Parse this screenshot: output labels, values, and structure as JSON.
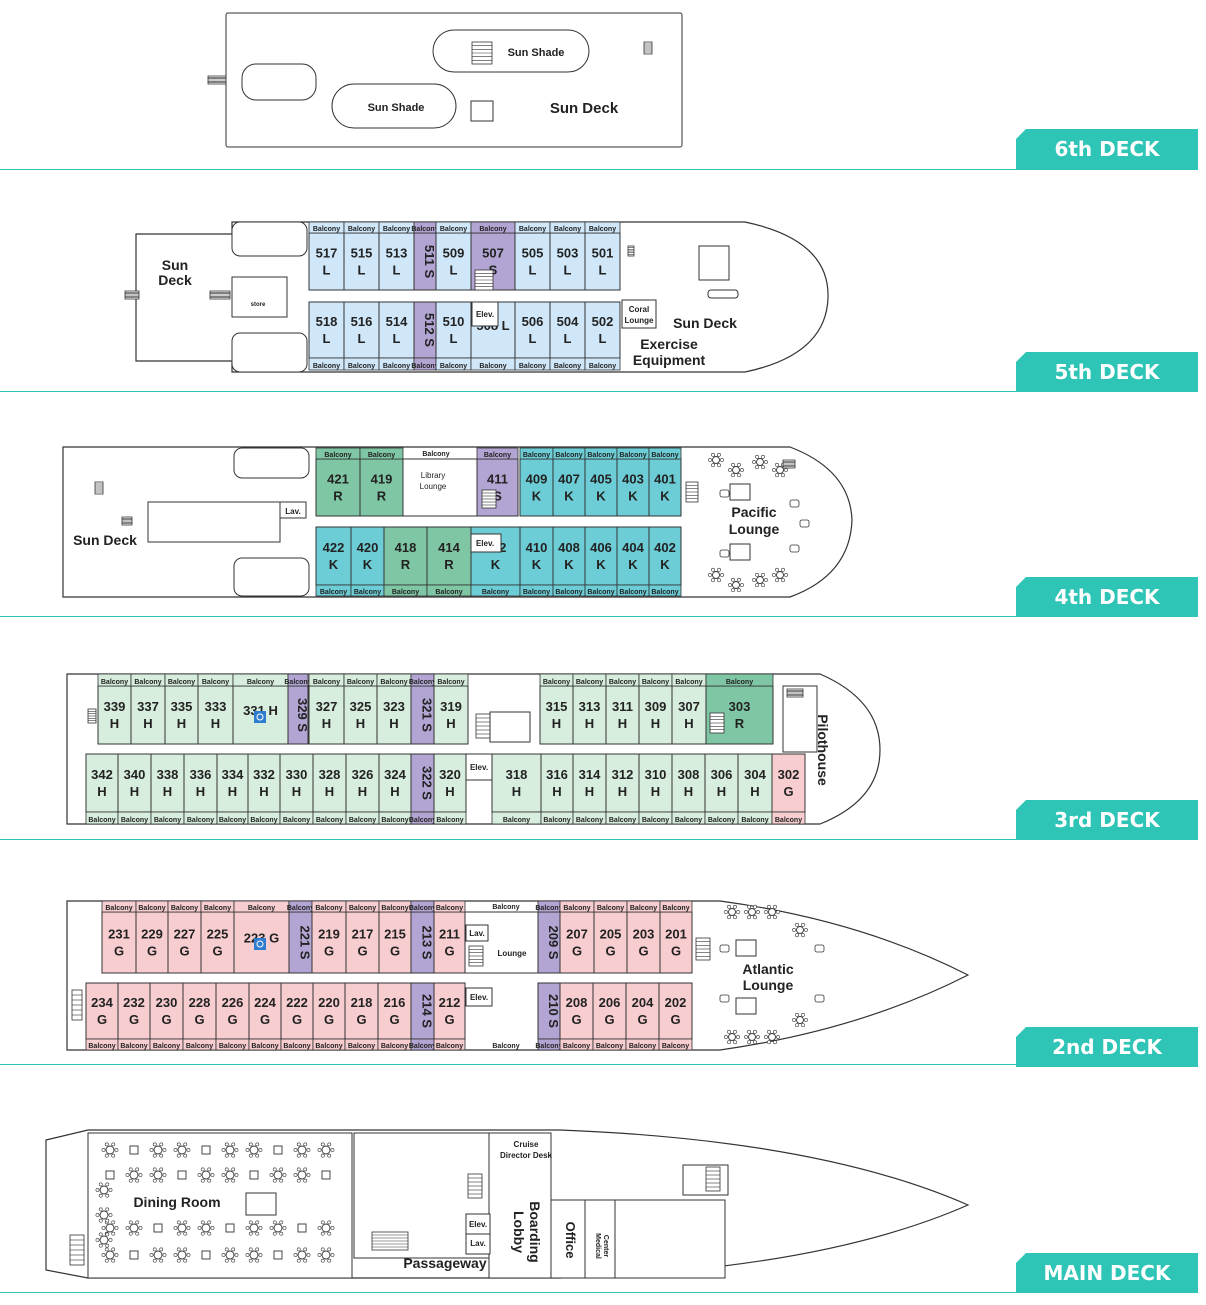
{
  "colors": {
    "L": "#cfe7f8",
    "S": "#b3a5d3",
    "R": "#7fc6a4",
    "K": "#6ccdd6",
    "H": "#d7edde",
    "G": "#f7cdd0",
    "accent": "#2ec4b6"
  },
  "icons": [
    "stairs-icon",
    "wheelchair-icon",
    "round-table-icon",
    "lounge-chair-icon"
  ],
  "balcony_label": "Balcony",
  "deck6": {
    "tab": "6th DECK",
    "sun_shade_1": "Sun Shade",
    "sun_shade_2": "Sun Shade",
    "sun_deck": "Sun Deck"
  },
  "deck5": {
    "tab": "5th DECK",
    "sun_deck": [
      "Sun",
      "Deck"
    ],
    "store": "store",
    "elev": "Elev.",
    "coral_lounge": [
      "Coral",
      "Lounge"
    ],
    "sun_deck_fwd": "Sun Deck",
    "exercise": [
      "Exercise",
      "Equipment"
    ],
    "top_cabins": [
      {
        "num": "517",
        "cat": "L"
      },
      {
        "num": "515",
        "cat": "L"
      },
      {
        "num": "513",
        "cat": "L"
      },
      {
        "num": "511 S",
        "cat": "S"
      },
      {
        "num": "509",
        "cat": "L"
      },
      {
        "num": "507",
        "cat": "S"
      },
      {
        "num": "505",
        "cat": "L"
      },
      {
        "num": "503",
        "cat": "L"
      },
      {
        "num": "501",
        "cat": "L"
      }
    ],
    "bottom_cabins": [
      {
        "num": "518",
        "cat": "L"
      },
      {
        "num": "516",
        "cat": "L"
      },
      {
        "num": "514",
        "cat": "L"
      },
      {
        "num": "512 S",
        "cat": "S"
      },
      {
        "num": "510",
        "cat": "L"
      },
      {
        "num": "508 L",
        "cat": "L"
      },
      {
        "num": "506",
        "cat": "L"
      },
      {
        "num": "504",
        "cat": "L"
      },
      {
        "num": "502",
        "cat": "L"
      }
    ]
  },
  "deck4": {
    "tab": "4th DECK",
    "sun_deck": "Sun Deck",
    "lav": "Lav.",
    "library": [
      "Library",
      "Lounge"
    ],
    "elev": "Elev.",
    "pacific": [
      "Pacific",
      "Lounge"
    ],
    "top_cabins": [
      {
        "num": "421",
        "cat": "R"
      },
      {
        "num": "419",
        "cat": "R"
      },
      {
        "num": "411",
        "cat": "S"
      },
      {
        "num": "409",
        "cat": "K"
      },
      {
        "num": "407",
        "cat": "K"
      },
      {
        "num": "405",
        "cat": "K"
      },
      {
        "num": "403",
        "cat": "K"
      },
      {
        "num": "401",
        "cat": "K"
      }
    ],
    "bottom_cabins": [
      {
        "num": "422",
        "cat": "K"
      },
      {
        "num": "420",
        "cat": "K"
      },
      {
        "num": "418",
        "cat": "R"
      },
      {
        "num": "414",
        "cat": "R"
      },
      {
        "num": "412",
        "cat": "K"
      },
      {
        "num": "410",
        "cat": "K"
      },
      {
        "num": "408",
        "cat": "K"
      },
      {
        "num": "406",
        "cat": "K"
      },
      {
        "num": "404",
        "cat": "K"
      },
      {
        "num": "402",
        "cat": "K"
      }
    ]
  },
  "deck3": {
    "tab": "3rd DECK",
    "elev": "Elev.",
    "pilothouse": "Pilothouse",
    "top_cabins": [
      {
        "num": "339",
        "cat": "H"
      },
      {
        "num": "337",
        "cat": "H"
      },
      {
        "num": "335",
        "cat": "H"
      },
      {
        "num": "333",
        "cat": "H"
      },
      {
        "num": "331 H",
        "cat": "H"
      },
      {
        "num": "329 S",
        "cat": "S"
      },
      {
        "num": "327",
        "cat": "H"
      },
      {
        "num": "325",
        "cat": "H"
      },
      {
        "num": "323",
        "cat": "H"
      },
      {
        "num": "321 S",
        "cat": "S"
      },
      {
        "num": "319",
        "cat": "H"
      },
      {
        "num": "315",
        "cat": "H"
      },
      {
        "num": "313",
        "cat": "H"
      },
      {
        "num": "311",
        "cat": "H"
      },
      {
        "num": "309",
        "cat": "H"
      },
      {
        "num": "307",
        "cat": "H"
      },
      {
        "num": "303",
        "cat": "R"
      }
    ],
    "bottom_cabins": [
      {
        "num": "342",
        "cat": "H"
      },
      {
        "num": "340",
        "cat": "H"
      },
      {
        "num": "338",
        "cat": "H"
      },
      {
        "num": "336",
        "cat": "H"
      },
      {
        "num": "334",
        "cat": "H"
      },
      {
        "num": "332",
        "cat": "H"
      },
      {
        "num": "330",
        "cat": "H"
      },
      {
        "num": "328",
        "cat": "H"
      },
      {
        "num": "326",
        "cat": "H"
      },
      {
        "num": "324",
        "cat": "H"
      },
      {
        "num": "322 S",
        "cat": "S"
      },
      {
        "num": "320",
        "cat": "H"
      },
      {
        "num": "318",
        "cat": "H"
      },
      {
        "num": "316",
        "cat": "H"
      },
      {
        "num": "314",
        "cat": "H"
      },
      {
        "num": "312",
        "cat": "H"
      },
      {
        "num": "310",
        "cat": "H"
      },
      {
        "num": "308",
        "cat": "H"
      },
      {
        "num": "306",
        "cat": "H"
      },
      {
        "num": "304",
        "cat": "H"
      },
      {
        "num": "302",
        "cat": "G"
      }
    ]
  },
  "deck2": {
    "tab": "2nd DECK",
    "lav": "Lav.",
    "lounge": "Lounge",
    "elev": "Elev.",
    "atlantic": [
      "Atlantic",
      "Lounge"
    ],
    "top_cabins": [
      {
        "num": "231",
        "cat": "G"
      },
      {
        "num": "229",
        "cat": "G"
      },
      {
        "num": "227",
        "cat": "G"
      },
      {
        "num": "225",
        "cat": "G"
      },
      {
        "num": "223 G",
        "cat": "G"
      },
      {
        "num": "221 S",
        "cat": "S"
      },
      {
        "num": "219",
        "cat": "G"
      },
      {
        "num": "217",
        "cat": "G"
      },
      {
        "num": "215",
        "cat": "G"
      },
      {
        "num": "213 S",
        "cat": "S"
      },
      {
        "num": "211",
        "cat": "G"
      },
      {
        "num": "209 S",
        "cat": "S"
      },
      {
        "num": "207",
        "cat": "G"
      },
      {
        "num": "205",
        "cat": "G"
      },
      {
        "num": "203",
        "cat": "G"
      },
      {
        "num": "201",
        "cat": "G"
      }
    ],
    "bottom_cabins": [
      {
        "num": "234",
        "cat": "G"
      },
      {
        "num": "232",
        "cat": "G"
      },
      {
        "num": "230",
        "cat": "G"
      },
      {
        "num": "228",
        "cat": "G"
      },
      {
        "num": "226",
        "cat": "G"
      },
      {
        "num": "224",
        "cat": "G"
      },
      {
        "num": "222",
        "cat": "G"
      },
      {
        "num": "220",
        "cat": "G"
      },
      {
        "num": "218",
        "cat": "G"
      },
      {
        "num": "216",
        "cat": "G"
      },
      {
        "num": "214 S",
        "cat": "S"
      },
      {
        "num": "212",
        "cat": "G"
      },
      {
        "num": "210 S",
        "cat": "S"
      },
      {
        "num": "208",
        "cat": "G"
      },
      {
        "num": "206",
        "cat": "G"
      },
      {
        "num": "204",
        "cat": "G"
      },
      {
        "num": "202",
        "cat": "G"
      }
    ]
  },
  "main": {
    "tab": "MAIN DECK",
    "dining": "Dining Room",
    "cruise_director": [
      "Cruise",
      "Director Desk"
    ],
    "boarding_lobby": [
      "Boarding",
      "Lobby"
    ],
    "office": "Office",
    "medical": [
      "Medical",
      "Center"
    ],
    "elev": "Elev.",
    "lav": "Lav.",
    "passageway": "Passageway"
  }
}
